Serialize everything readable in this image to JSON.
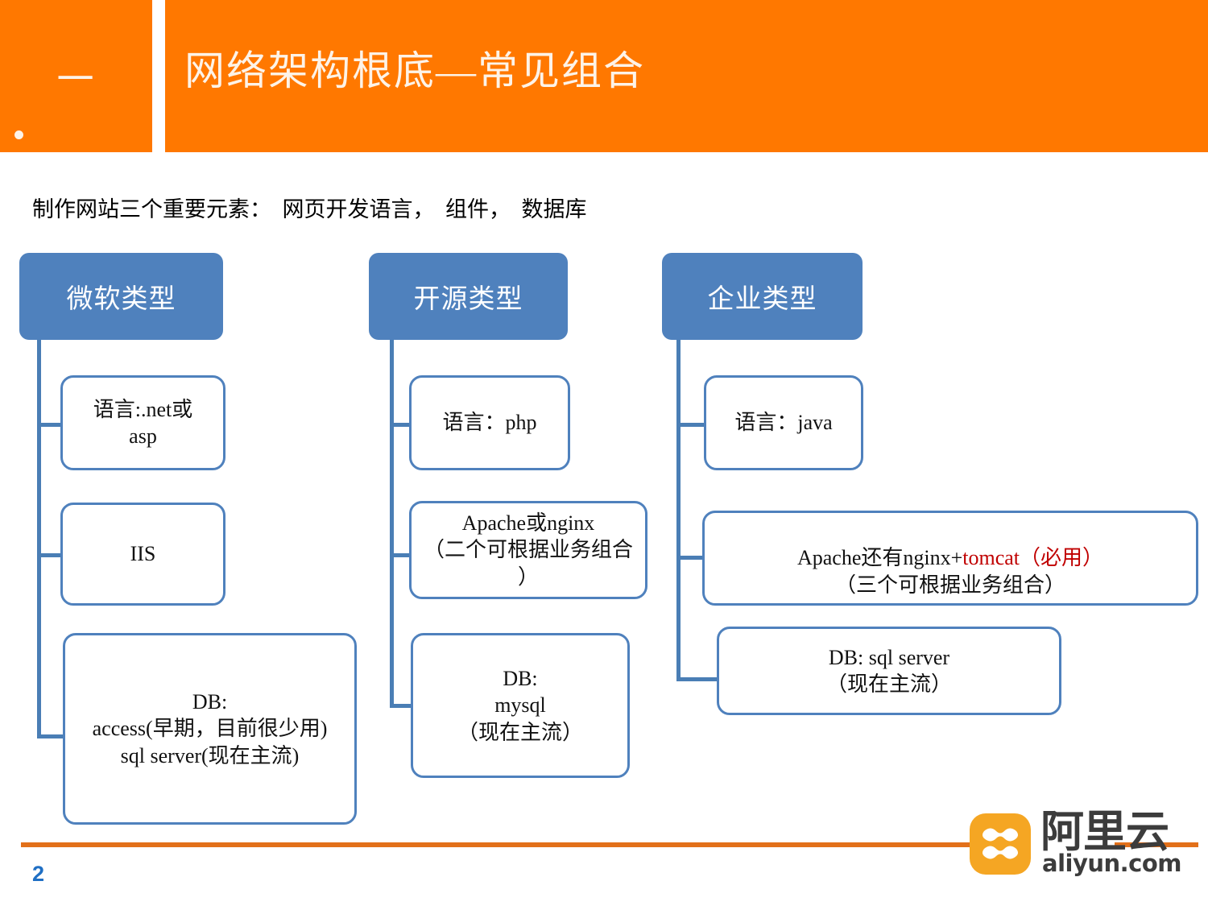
{
  "header": {
    "number": "一",
    "title": "网络架构根底—常见组合",
    "bg_color": "#FF7800",
    "text_color": "#FDF3E8"
  },
  "subtitle": "制作网站三个重要元素：  网页开发语言，  组件，  数据库",
  "diagram": {
    "accent_blue": "#4F81BD",
    "highlight_red": "#C00000",
    "columns": [
      {
        "head": "微软类型",
        "nodes": [
          {
            "text": "语言:.net或\nasp"
          },
          {
            "text": "IIS"
          },
          {
            "text": "DB:\naccess(早期，目前很少用)\nsql server(现在主流)"
          }
        ]
      },
      {
        "head": "开源类型",
        "nodes": [
          {
            "text": "语言：php"
          },
          {
            "text": "Apache或nginx\n（二个可根据业务组合\n）"
          },
          {
            "text": "DB:\nmysql\n（现在主流）"
          }
        ]
      },
      {
        "head": "企业类型",
        "nodes": [
          {
            "text": "语言：java"
          },
          {
            "text_before_red": "Apache还有nginx+",
            "text_red": "tomcat（必用）",
            "text_after": "\n（三个可根据业务组合）"
          },
          {
            "text": "DB:    sql server\n（现在主流）"
          }
        ]
      }
    ]
  },
  "footer": {
    "page_number": "2",
    "rule_color": "#E2701A",
    "logo": {
      "cn": "阿里云",
      "en": "aliyun.com",
      "mark_color": "#F5A623"
    }
  }
}
